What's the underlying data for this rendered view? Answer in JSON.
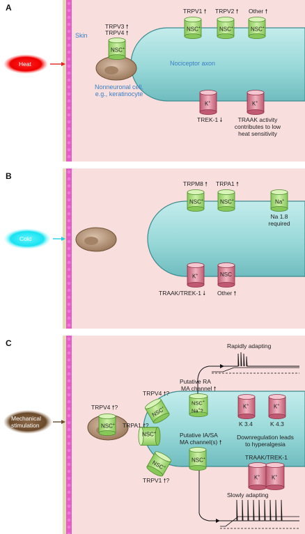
{
  "panels": [
    {
      "label": "A",
      "stimulus": "Heat",
      "skin_label": "Skin",
      "axon_label": "Nociceptor axon",
      "cell_label_1": "Nonneuronal cell,",
      "cell_label_2": "e.g., keratinocyte",
      "cell_channel": {
        "label": "NSC",
        "sup": "+",
        "lines": [
          "TRPV3",
          "TRPV4"
        ]
      },
      "top_channels": [
        {
          "label": "NSC",
          "sup": "+",
          "name": "TRPV1"
        },
        {
          "label": "NSC",
          "sup": "+",
          "name": "TRPV2"
        },
        {
          "label": "NSC",
          "sup": "+",
          "name": "Other"
        }
      ],
      "bottom_channels": [
        {
          "label": "K",
          "sup": "+",
          "name": "TREK-1"
        },
        {
          "label": "K",
          "sup": "+",
          "name_lines": [
            "TRAAK activity",
            "contributes to low",
            "heat sensitivity"
          ]
        }
      ]
    },
    {
      "label": "B",
      "stimulus": "Cold",
      "top_channels": [
        {
          "label": "NSC",
          "sup": "+",
          "name": "TRPM8"
        },
        {
          "label": "NSC",
          "sup": "+",
          "name": "TRPA1"
        },
        {
          "label": "Na",
          "sup": "+",
          "name_lines": [
            "Na 1.8",
            "required"
          ],
          "sub": "V"
        }
      ],
      "bottom_channels": [
        {
          "label": "K",
          "sup": "+",
          "name": "TRAAK/TREK-1"
        },
        {
          "label": "NSC",
          "sup": "",
          "name": "Other"
        }
      ]
    },
    {
      "label": "C",
      "stimulus_lines": [
        "Mechanical",
        "stimulation"
      ],
      "cell_channel": {
        "label": "NSC",
        "sup": "+",
        "name": "TRPV4",
        "suffix": "?"
      },
      "trpa1": {
        "label": "NSC",
        "sup": "+",
        "name": "TRPA1",
        "suffix": "?"
      },
      "trpv4_axon": {
        "label": "NSC",
        "sup": "+",
        "name": "TRPV4",
        "suffix": "?"
      },
      "trpv1_axon": {
        "label": "NSC",
        "sup": "+",
        "name": "TRPV1",
        "suffix": "?"
      },
      "ra_channel": {
        "label_lines": [
          "NSC",
          "Na",
          "?"
        ],
        "name_lines": [
          "Putative RA",
          "MA channel"
        ]
      },
      "ia_channel": {
        "label": "NSC",
        "sup": "+",
        "name_lines": [
          "Putative IA/SA",
          "MA channel(s)"
        ]
      },
      "k_channels": [
        {
          "label": "K",
          "sup": "+",
          "name": "K 3.4",
          "sub": "V"
        },
        {
          "label": "K",
          "sup": "+",
          "name": "K 4.3",
          "sub": "V"
        }
      ],
      "traak_label": "TRAAK/TREK-1",
      "traak_channels": [
        {
          "label": "K",
          "sup": "+"
        },
        {
          "label": "K",
          "sup": "+"
        }
      ],
      "downregulation_lines": [
        "Downregulation leads",
        "to hyperalgesia"
      ],
      "rapid_label": "Rapidly adapting",
      "slow_label": "Slowly adapting"
    }
  ],
  "colors": {
    "skin_bg": "#f9dede",
    "axon_fill": "#9fdcdb",
    "axon_stroke": "#3a8a8e",
    "nsc_fill": "#b9e58b",
    "nsc_stroke": "#4f8a2e",
    "k_fill": "#e39aa9",
    "k_stroke": "#8e2f45",
    "heat": "#ff1111",
    "cold": "#18e8f6",
    "mech": "#6b4a2e",
    "cell_fill": "#c7a88c"
  }
}
